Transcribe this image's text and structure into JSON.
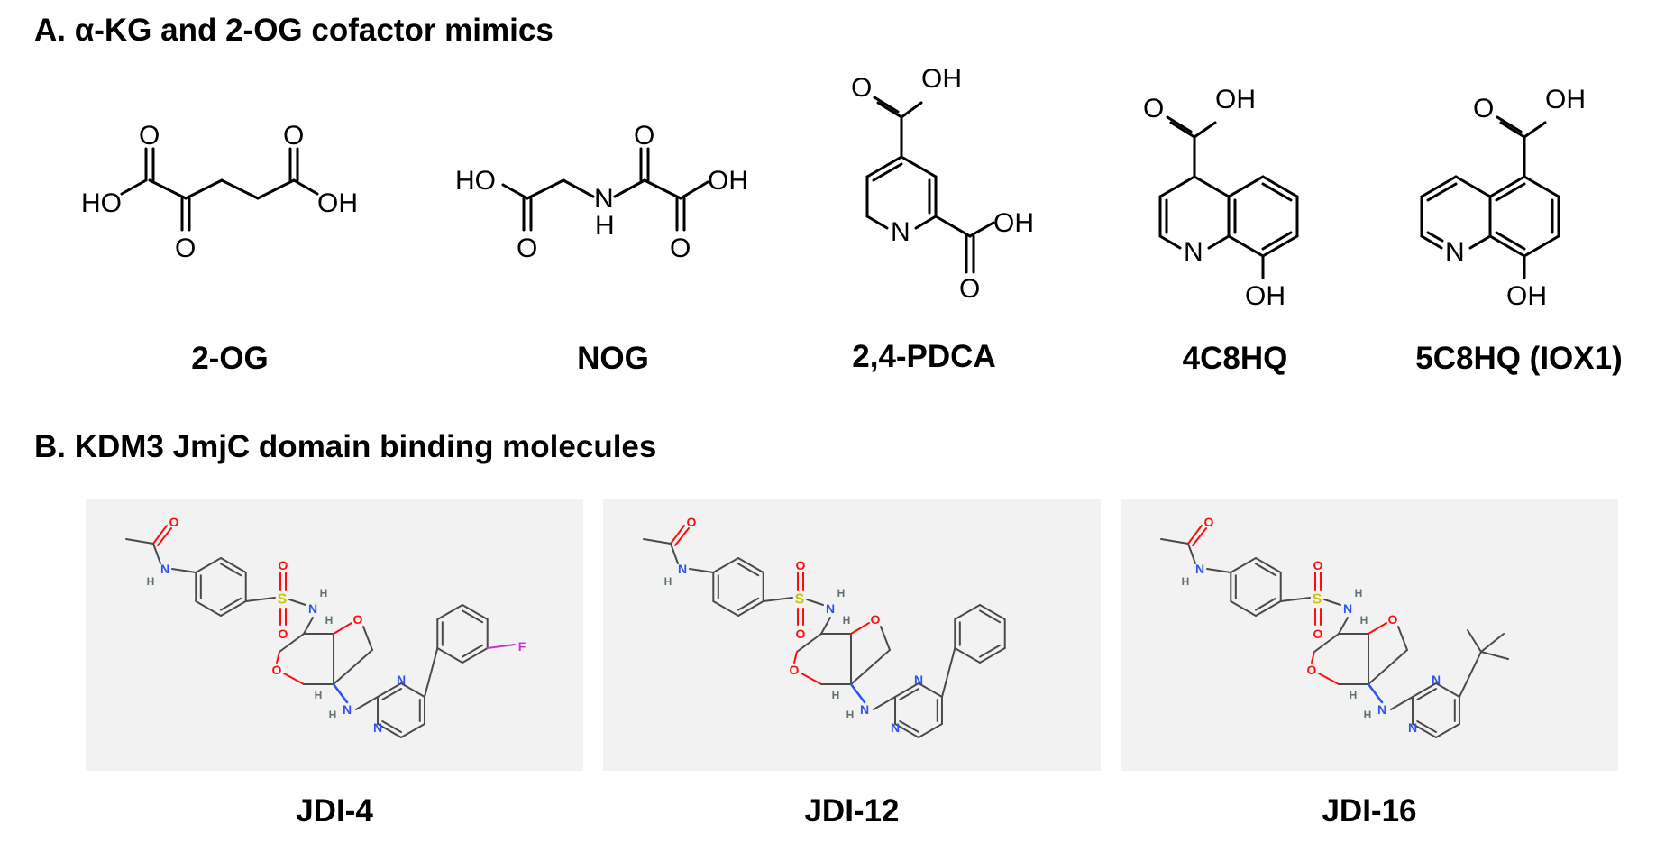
{
  "sections": {
    "a_title": "A. α-KG and 2-OG cofactor mimics",
    "b_title": "B. KDM3 JmjC domain binding molecules"
  },
  "molecules_a": [
    {
      "id": "2og",
      "name": "2-OG"
    },
    {
      "id": "nog",
      "name": "NOG"
    },
    {
      "id": "pdca",
      "name": "2,4-PDCA"
    },
    {
      "id": "4c8hq",
      "name": "4C8HQ"
    },
    {
      "id": "5c8hq",
      "name": "5C8HQ (IOX1)"
    }
  ],
  "molecules_b": [
    {
      "id": "jdi4",
      "name": "JDI-4",
      "substituent": "3-fluorophenyl"
    },
    {
      "id": "jdi12",
      "name": "JDI-12",
      "substituent": "phenyl"
    },
    {
      "id": "jdi16",
      "name": "JDI-16",
      "substituent": "tert-butyl"
    }
  ],
  "atom_labels": {
    "O": "O",
    "OH": "OH",
    "HO": "HO",
    "N": "N",
    "H": "H",
    "S": "S",
    "F": "F"
  },
  "colors": {
    "oxygen": "#ff0d0d",
    "nitrogen": "#3050f8",
    "sulfur": "#c8c800",
    "fluorine": "#cc33cc",
    "hydrogen": "#607070",
    "bond_b": "#4a4a4a",
    "panel_bg": "#f2f2f2"
  }
}
